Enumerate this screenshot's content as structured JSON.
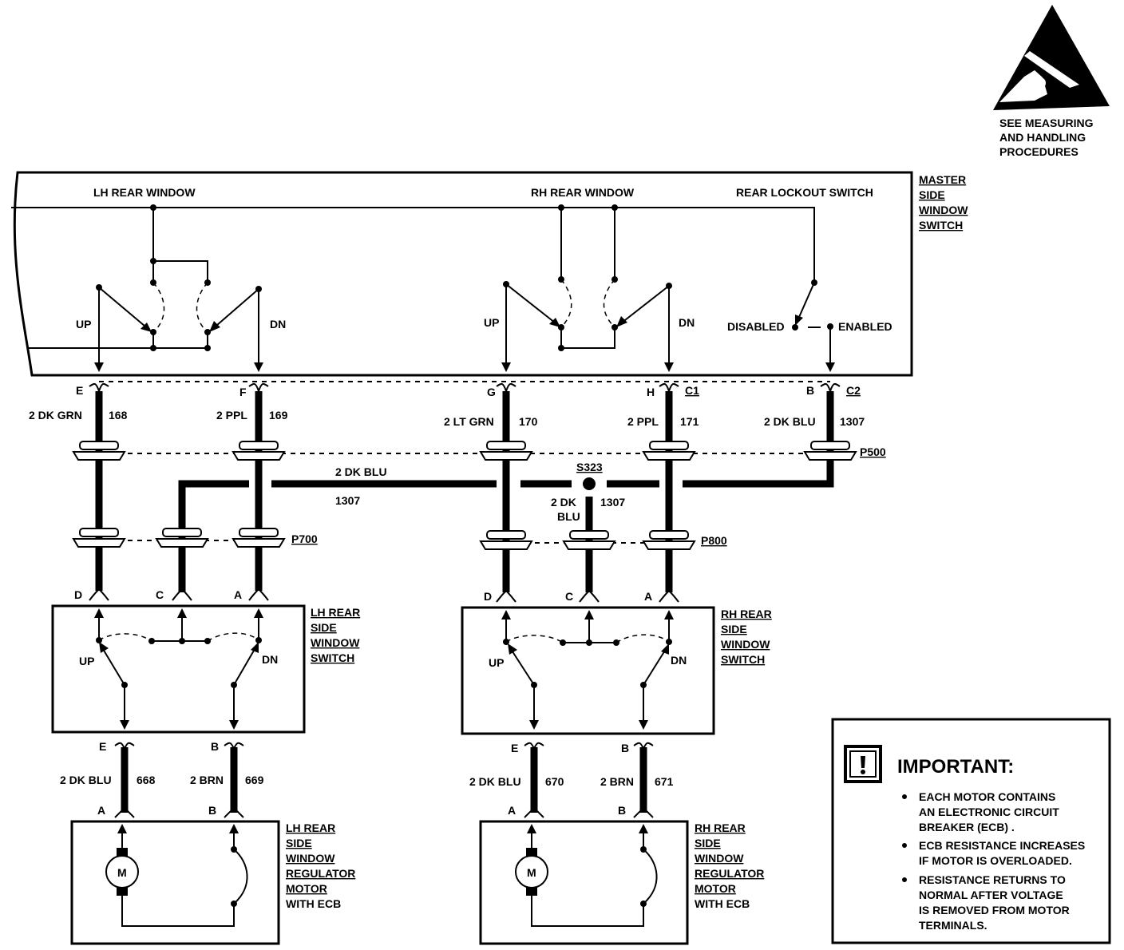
{
  "esd": {
    "icon": "esd-warning-hand-icon",
    "lines": [
      "SEE MEASURING",
      "AND HANDLING",
      "PROCEDURES"
    ]
  },
  "master": {
    "title_lines": [
      "MASTER",
      "SIDE",
      "WINDOW",
      "SWITCH"
    ],
    "lh_rear_window": "LH REAR WINDOW",
    "rh_rear_window": "RH REAR WINDOW",
    "rear_lockout_switch": "REAR LOCKOUT SWITCH",
    "up": "UP",
    "dn": "DN",
    "disabled": "DISABLED",
    "enabled": "ENABLED"
  },
  "master_pins": {
    "e": "E",
    "f": "F",
    "g": "G",
    "h": "H",
    "c1": "C1",
    "b": "B",
    "c2": "C2"
  },
  "wires": {
    "w168_color": "2 DK GRN",
    "w168_num": "168",
    "w169_color": "2 PPL",
    "w169_num": "169",
    "w170_color": "2 LT GRN",
    "w170_num": "170",
    "w171_color": "2 PPL",
    "w171_num": "171",
    "w1307_color": "2 DK BLU",
    "w1307_num": "1307",
    "bus_color": "2 DK BLU",
    "bus_num": "1307",
    "s323_color_1": "2 DK",
    "s323_color_2": "BLU",
    "s323_num": "1307",
    "w668_color": "2 DK BLU",
    "w668_num": "668",
    "w669_color": "2 BRN",
    "w669_num": "669",
    "w670_color": "2 DK BLU",
    "w670_num": "670",
    "w671_color": "2 BRN",
    "w671_num": "671"
  },
  "connectors": {
    "p500": "P500",
    "p700": "P700",
    "p800": "P800",
    "s323": "S323"
  },
  "lh_switch": {
    "title_lines": [
      "LH REAR",
      "SIDE",
      "WINDOW",
      "SWITCH"
    ],
    "pin_d": "D",
    "pin_c": "C",
    "pin_a": "A",
    "up": "UP",
    "dn": "DN",
    "pin_e": "E",
    "pin_b": "B"
  },
  "rh_switch": {
    "title_lines": [
      "RH REAR",
      "SIDE",
      "WINDOW",
      "SWITCH"
    ],
    "pin_d": "D",
    "pin_c": "C",
    "pin_a": "A",
    "up": "UP",
    "dn": "DN",
    "pin_e": "E",
    "pin_b": "B"
  },
  "lh_motor": {
    "title_lines": [
      "LH REAR",
      "SIDE",
      "WINDOW",
      "REGULATOR",
      "MOTOR",
      "WITH ECB"
    ],
    "pin_a": "A",
    "pin_b": "B",
    "motor_symbol": "M"
  },
  "rh_motor": {
    "title_lines": [
      "RH REAR",
      "SIDE",
      "WINDOW",
      "REGULATOR",
      "MOTOR",
      "WITH ECB"
    ],
    "pin_a": "A",
    "pin_b": "B",
    "motor_symbol": "M"
  },
  "important": {
    "icon": "exclamation-note-icon",
    "heading": "IMPORTANT:",
    "bullet1": [
      "EACH MOTOR CONTAINS",
      "AN ELECTRONIC CIRCUIT",
      "BREAKER (ECB) ."
    ],
    "bullet2": [
      "ECB RESISTANCE INCREASES",
      "IF MOTOR IS OVERLOADED."
    ],
    "bullet3": [
      "RESISTANCE RETURNS TO",
      "NORMAL AFTER VOLTAGE",
      "IS REMOVED FROM MOTOR",
      "TERMINALS."
    ]
  }
}
